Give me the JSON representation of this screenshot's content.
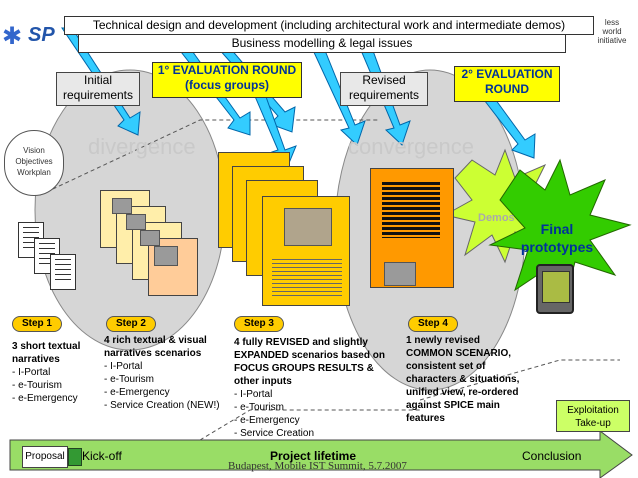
{
  "top_bars": {
    "technical": "Technical design and development (including architectural work and intermediate demos)",
    "business": "Business modelling & legal issues"
  },
  "logo_left": {
    "text": "SP"
  },
  "logo_right": {
    "lines": [
      "less",
      "world",
      "initiative"
    ]
  },
  "labels": {
    "initial_requirements": "Initial requirements",
    "eval_round_1": "1° EVALUATION ROUND (focus groups)",
    "revised_requirements": "Revised requirements",
    "eval_round_2": "2° EVALUATION ROUND",
    "vision": "Vision Objectives Workplan",
    "divergence": "divergence",
    "convergence": "convergence",
    "demos": "Demos",
    "final_prototypes": "Final prototypes",
    "exploitation": "Exploitation Take-up"
  },
  "steps": [
    {
      "tag": "Step 1",
      "heading": "3 short textual narratives",
      "items": [
        "- I-Portal",
        "- e-Tourism",
        "- e-Emergency"
      ]
    },
    {
      "tag": "Step 2",
      "heading": "4 rich textual & visual narratives scenarios",
      "items": [
        "- I-Portal",
        "- e-Tourism",
        "- e-Emergency",
        "- Service Creation (NEW!)"
      ]
    },
    {
      "tag": "Step 3",
      "heading": "4 fully REVISED and slightly EXPANDED scenarios based on FOCUS GROUPS RESULTS & other inputs",
      "items": [
        "- I-Portal",
        "- e-Tourism",
        "- e-Emergency",
        "- Service Creation"
      ]
    },
    {
      "tag": "Step 4",
      "heading": "1 newly revised COMMON SCENARIO, consistent set of characters & situations, unified view, re-ordered against SPICE main features",
      "items": []
    }
  ],
  "timeline": {
    "proposal": "Proposal",
    "kickoff": "Kick-off",
    "lifetime": "Project lifetime",
    "conclusion": "Conclusion"
  },
  "footer": "Budapest, Mobile IST Summit, 5.7.2007",
  "colors": {
    "banner_bg": "#ffffff",
    "eval_yellow": "#ffff00",
    "step_tag": "#ffcc00",
    "arrow_cyan": "#33ccff",
    "timeline_green": "#99dd66",
    "starburst_yellow": "#ccff33",
    "starburst_green": "#33cc00",
    "final_text": "#003399",
    "orange_doc": "#ff9900",
    "step2_doc": "#ffeeaa"
  }
}
